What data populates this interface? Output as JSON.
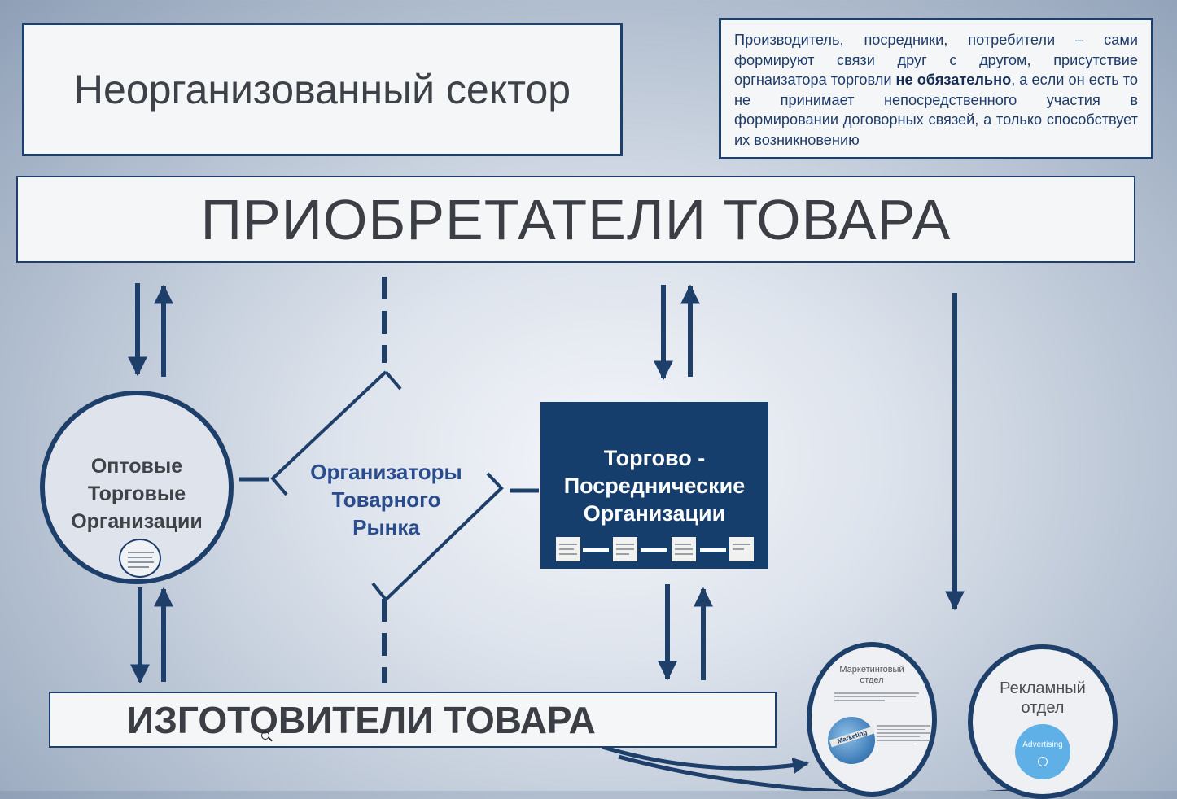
{
  "sector_title": "Неорганизованный сектор",
  "note": {
    "part1": "Производитель, посредники, потребители – сами формируют связи друг с другом, присутствие оргнаизатора торговли ",
    "bold": "не обязательно",
    "part2": ", а если он есть то не принимает непосредственного участия в формировании договорных связей, а только способствует их возникновению"
  },
  "buyers": "ПРИОБРЕТАТЕЛИ ТОВАРА",
  "makers": "ИЗГОТОВИТЕЛИ ТОВАРА",
  "wholesale": {
    "line1": "Оптовые",
    "line2": "Торговые",
    "line3": "Организации"
  },
  "organizers": {
    "line1": "Организаторы",
    "line2": "Товарного",
    "line3": "Рынка"
  },
  "intermediaries": {
    "line1": "Торгово -",
    "line2": "Посреднические",
    "line3": "Организации"
  },
  "marketing": {
    "title_line1": "Маркетинговый",
    "title_line2": "отдел",
    "globe_label": "Marketing"
  },
  "advertising": {
    "title_line1": "Рекламный",
    "title_line2": "отдел",
    "badge": "Advertising"
  },
  "colors": {
    "navy": "#1f3f6b",
    "dark_box": "#163e6d",
    "organizer_text": "#2a4c8c"
  }
}
